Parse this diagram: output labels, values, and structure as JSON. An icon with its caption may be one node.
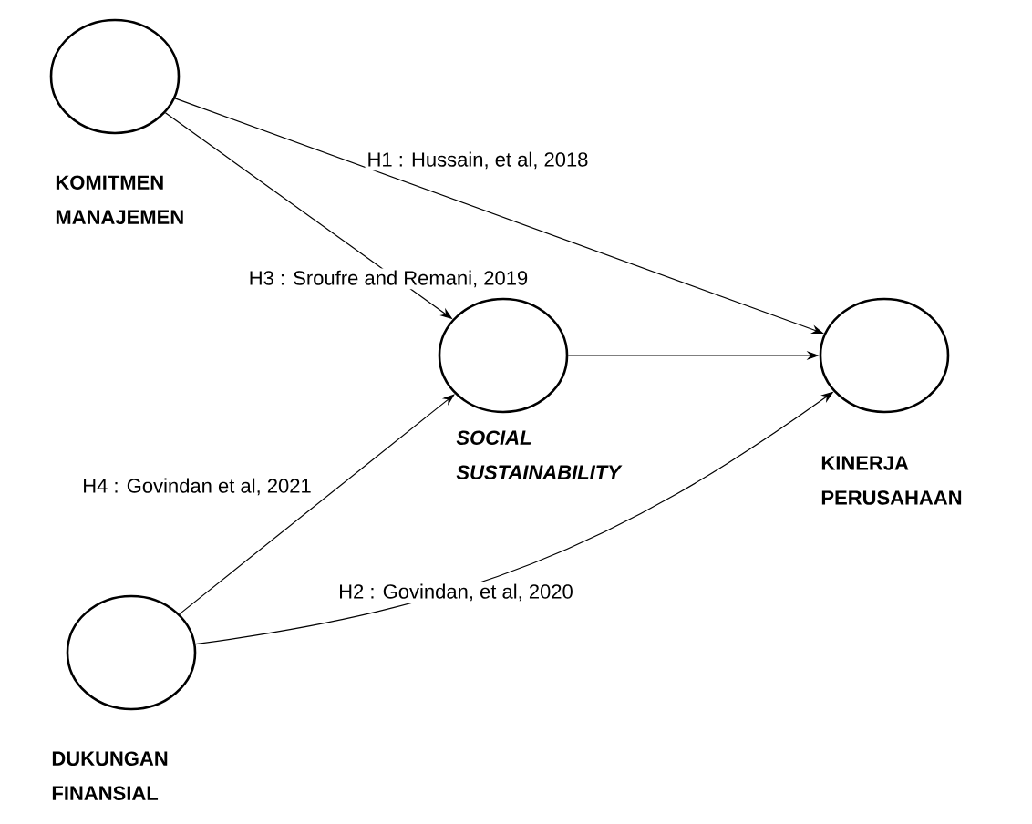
{
  "diagram": {
    "nodes": [
      {
        "text": [
          "KOMITMEN MANAJEMEN"
        ]
      },
      {
        "text": [
          "SOCIAL SUSTAINABILITY"
        ]
      },
      {
        "text": [
          "KINERJA PERUSAHAAN"
        ]
      },
      {
        "text": [
          "DUKUNGAN FINANSIAL"
        ]
      }
    ],
    "edges": [
      {
        "from": 0,
        "to": 2,
        "arrow": "to",
        "label": "H1 : Hussain, et al, 2018"
      },
      {
        "from": 0,
        "to": 1,
        "arrow": "to",
        "label": "H3 : Sroufre and Remani, 2019"
      },
      {
        "from": 1,
        "to": 2,
        "arrow": "to"
      },
      {
        "from": 3,
        "to": 1,
        "arrow": "to",
        "label": "H4 : Govindan et al, 2021"
      },
      {
        "from": 3,
        "to": 2,
        "arrow": "to",
        "label": "H2 : Govindan, et al, 2020"
      }
    ]
  }
}
